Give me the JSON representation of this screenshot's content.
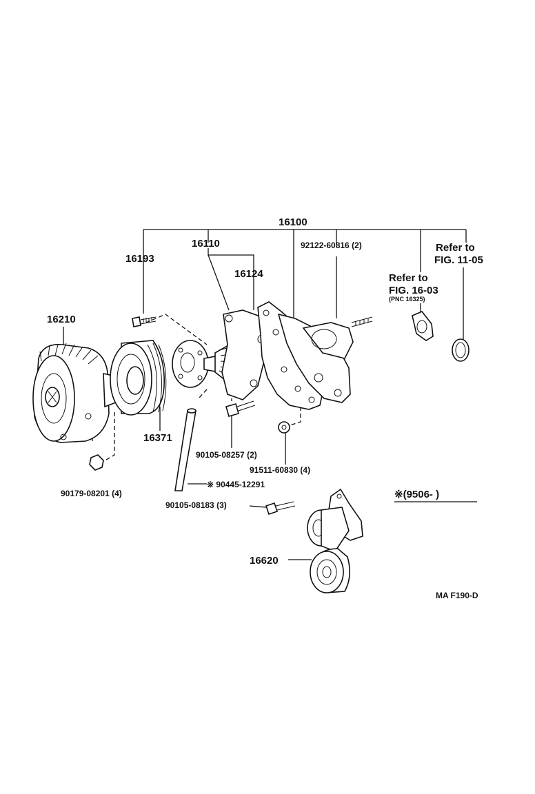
{
  "labels": {
    "p16100": "16100",
    "p16110": "16110",
    "p16193": "16193",
    "p16124": "16124",
    "p92122": "92122-60816 (2)",
    "refer_a_line1": "Refer to",
    "refer_a_line2": "FIG. 11-05",
    "refer_b_line1": "Refer to",
    "refer_b_line2": "FIG. 16-03",
    "refer_b_pnc": "(PNC 16325)",
    "p16210": "16210",
    "p16371": "16371",
    "p90105_08257": "90105-08257 (2)",
    "p91511": "91511-60830 (4)",
    "p90445": "※ 90445-12291",
    "p90179": "90179-08201 (4)",
    "p90105_08183": "90105-08183 (3)",
    "date_note": "※(9506-          )",
    "p16620": "16620",
    "fig_code": "MA F190-D"
  },
  "icons": {
    "fan_clutch": "fan-clutch-icon",
    "pulley": "pulley-icon",
    "water_pump": "water-pump-icon",
    "belt_tensioner": "belt-tensioner-icon"
  }
}
